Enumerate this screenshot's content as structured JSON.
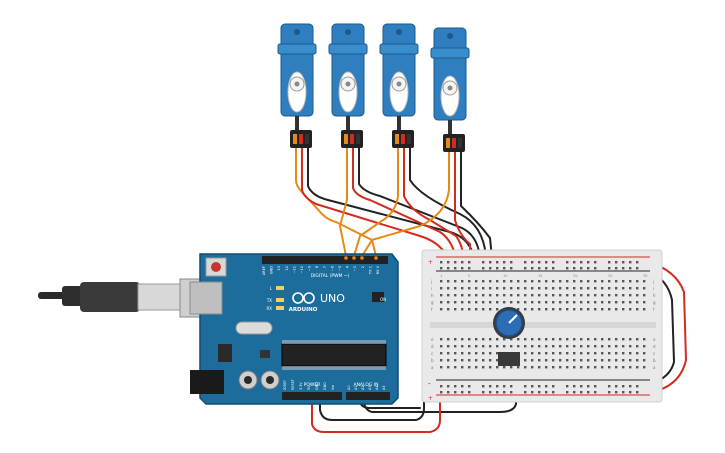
{
  "arduino": {
    "brand": "ARDUINO",
    "model": "UNO",
    "digital_header": "DIGITAL (PWM ~)",
    "power_header": "POWER",
    "analog_header": "ANALOG IN",
    "on_label": "ON",
    "l_label": "L",
    "tx_label": "TX",
    "rx_label": "RX",
    "digital_pins": [
      "AREF",
      "GND",
      "13",
      "12",
      "~11",
      "~10",
      "~9",
      "8",
      "7",
      "~6",
      "~5",
      "4",
      "~3",
      "2",
      "TX 1",
      "RX 0"
    ],
    "power_pins": [
      "IOREF",
      "RESET",
      "3.3V",
      "5V",
      "GND",
      "GND",
      "Vin"
    ],
    "analog_pins": [
      "A0",
      "A1",
      "A2",
      "A3",
      "A4",
      "A5"
    ]
  },
  "breadboard": {
    "row_letters_top": [
      "j",
      "i",
      "h",
      "g",
      "f"
    ],
    "row_letters_bottom": [
      "e",
      "d",
      "c",
      "b",
      "a"
    ],
    "plus": "+",
    "minus": "-",
    "col_numbers": [
      "1",
      "5",
      "10",
      "15",
      "20",
      "25",
      "30"
    ]
  },
  "components": {
    "servo_count": 4,
    "potentiometer": "potentiometer"
  },
  "colors": {
    "arduino_board": "#1c6d9c",
    "servo_body": "#2f7fc0",
    "breadboard": "#e9e9e9",
    "wire_orange": "#e68a17",
    "wire_red": "#d42a20",
    "wire_black": "#222222",
    "pot_knob": "#2d6db5"
  }
}
